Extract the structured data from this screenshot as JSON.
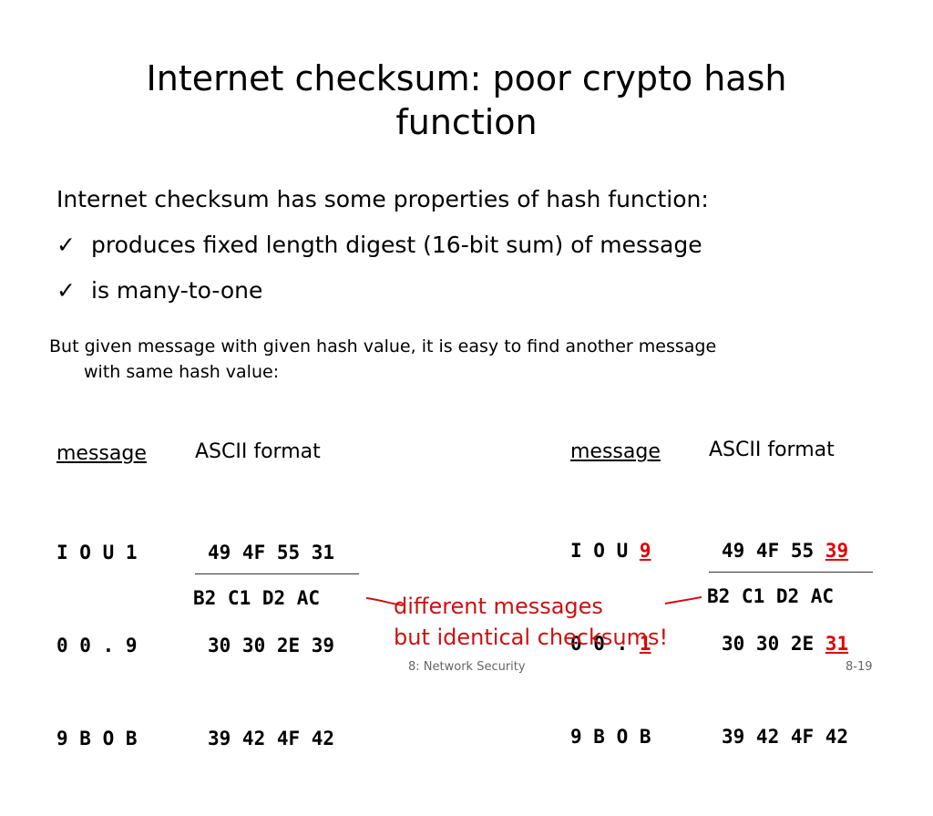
{
  "title_line1": "Internet checksum: poor crypto hash",
  "title_line2": "function",
  "intro": "Internet checksum has some properties of hash function:",
  "bullets": [
    "produces fixed length digest (16-bit sum) of message",
    "is many-to-one"
  ],
  "check_glyph": "✓",
  "but_line1": "But given message with given hash value, it is easy to find another message",
  "but_line2": "with same hash value:",
  "left": {
    "message_header": "message",
    "ascii_header": "ASCII format",
    "rows": [
      {
        "msg": "I O U 1",
        "ascii": "49 4F 55 31"
      },
      {
        "msg": "0 0 . 9",
        "ascii": "30 30 2E 39"
      },
      {
        "msg": "9 B O B",
        "ascii": "39 42 4F 42"
      }
    ],
    "sum": "B2 C1 D2 AC"
  },
  "right": {
    "message_header": "message",
    "ascii_header": "ASCII format",
    "rows": [
      {
        "msg_prefix": "I O U ",
        "msg_red": "9",
        "ascii_prefix": "49 4F 55 ",
        "ascii_red": "39"
      },
      {
        "msg_prefix": "0 0 . ",
        "msg_red": "1",
        "ascii_prefix": "30 30 2E ",
        "ascii_red": "31"
      },
      {
        "msg_prefix": "9 B O B",
        "msg_red": "",
        "ascii_prefix": "39 42 4F 42",
        "ascii_red": ""
      }
    ],
    "sum": "B2 C1 D2 AC"
  },
  "note_line1": "different messages",
  "note_line2": "but identical checksums!",
  "footer_left": "8: Network Security",
  "footer_right": "8-19",
  "colors": {
    "highlight": "#e00000",
    "note": "#cc1111"
  }
}
